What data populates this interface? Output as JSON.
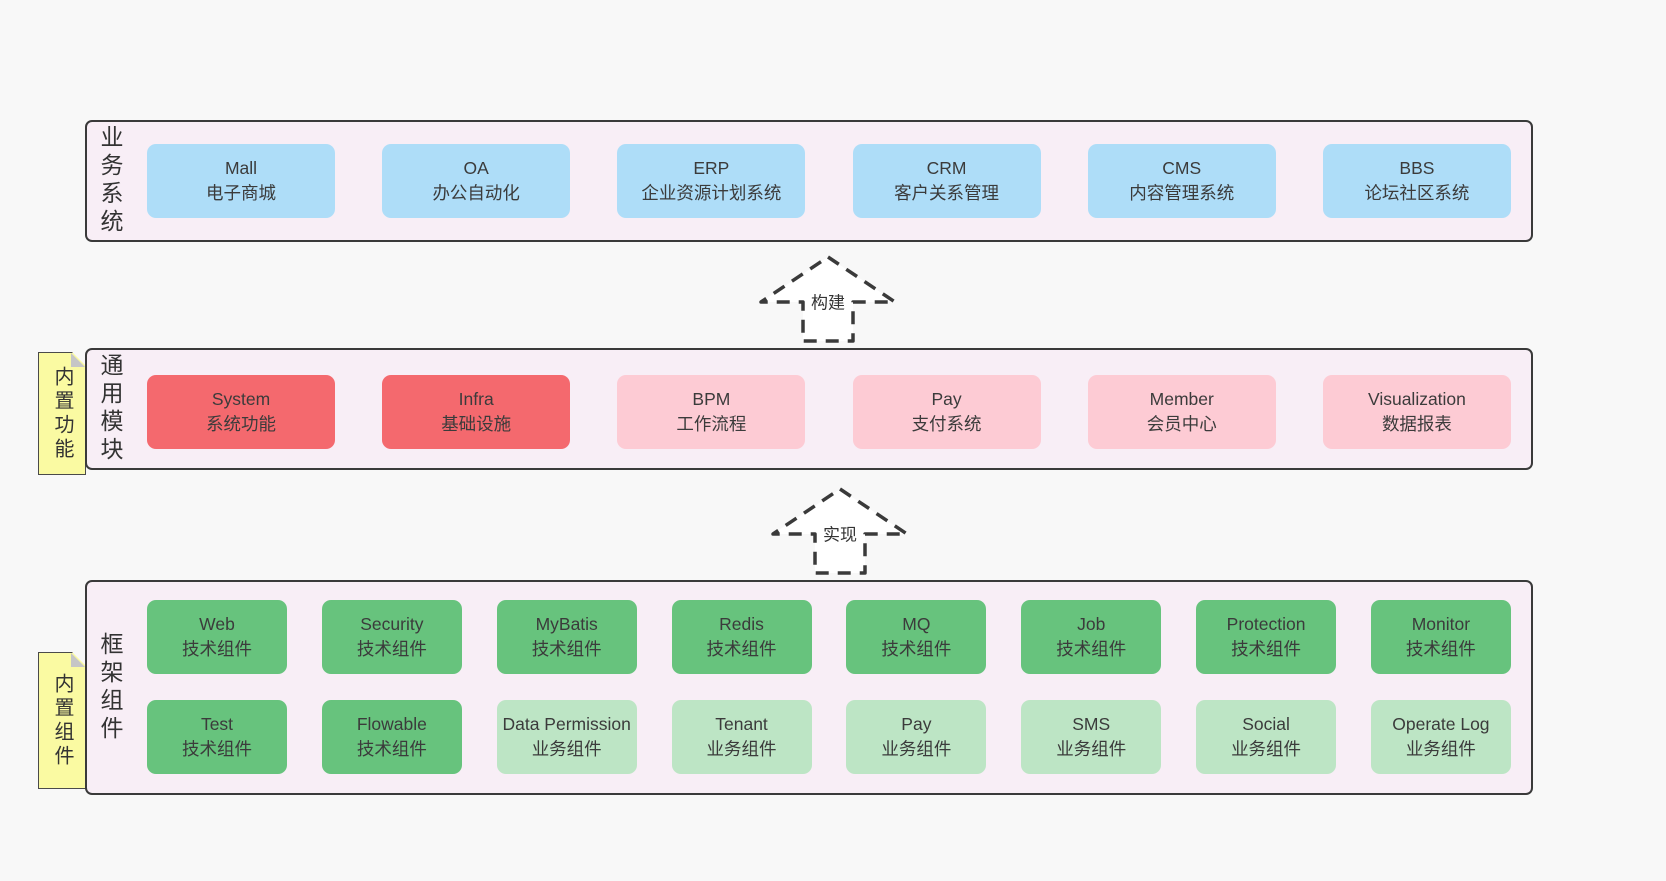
{
  "colors": {
    "page_bg": "#f8f8f8",
    "panel_bg": "#f8eef6",
    "panel_border": "#3a3a3a",
    "blue_box": "#aeddf8",
    "red_box": "#f4696e",
    "pink_box": "#fdcbd4",
    "green_box": "#67c37d",
    "light_green_box": "#bde5c5",
    "tab_yellow": "#fafaa2",
    "tab_fold_gray": "#c6c6c6",
    "text": "#3b3b3b"
  },
  "arrows": {
    "build": "构建",
    "implement": "实现"
  },
  "sections": {
    "business": {
      "label": "业务系统",
      "boxes": [
        {
          "en": "Mall",
          "zh": "电子商城",
          "variant": "blue"
        },
        {
          "en": "OA",
          "zh": "办公自动化",
          "variant": "blue"
        },
        {
          "en": "ERP",
          "zh": "企业资源计划系统",
          "variant": "blue"
        },
        {
          "en": "CRM",
          "zh": "客户关系管理",
          "variant": "blue"
        },
        {
          "en": "CMS",
          "zh": "内容管理系统",
          "variant": "blue"
        },
        {
          "en": "BBS",
          "zh": "论坛社区系统",
          "variant": "blue"
        }
      ]
    },
    "modules": {
      "label": "通用模块",
      "tab": "内置功能",
      "boxes": [
        {
          "en": "System",
          "zh": "系统功能",
          "variant": "red"
        },
        {
          "en": "Infra",
          "zh": "基础设施",
          "variant": "red"
        },
        {
          "en": "BPM",
          "zh": "工作流程",
          "variant": "pink"
        },
        {
          "en": "Pay",
          "zh": "支付系统",
          "variant": "pink"
        },
        {
          "en": "Member",
          "zh": "会员中心",
          "variant": "pink"
        },
        {
          "en": "Visualization",
          "zh": "数据报表",
          "variant": "pink"
        }
      ]
    },
    "components": {
      "label": "框架组件",
      "tab": "内置组件",
      "row1": [
        {
          "en": "Web",
          "zh": "技术组件",
          "variant": "green"
        },
        {
          "en": "Security",
          "zh": "技术组件",
          "variant": "green"
        },
        {
          "en": "MyBatis",
          "zh": "技术组件",
          "variant": "green"
        },
        {
          "en": "Redis",
          "zh": "技术组件",
          "variant": "green"
        },
        {
          "en": "MQ",
          "zh": "技术组件",
          "variant": "green"
        },
        {
          "en": "Job",
          "zh": "技术组件",
          "variant": "green"
        },
        {
          "en": "Protection",
          "zh": "技术组件",
          "variant": "green"
        },
        {
          "en": "Monitor",
          "zh": "技术组件",
          "variant": "green"
        }
      ],
      "row2": [
        {
          "en": "Test",
          "zh": "技术组件",
          "variant": "green"
        },
        {
          "en": "Flowable",
          "zh": "技术组件",
          "variant": "green"
        },
        {
          "en": "Data Permission",
          "zh": "业务组件",
          "variant": "lightgreen"
        },
        {
          "en": "Tenant",
          "zh": "业务组件",
          "variant": "lightgreen"
        },
        {
          "en": "Pay",
          "zh": "业务组件",
          "variant": "lightgreen"
        },
        {
          "en": "SMS",
          "zh": "业务组件",
          "variant": "lightgreen"
        },
        {
          "en": "Social",
          "zh": "业务组件",
          "variant": "lightgreen"
        },
        {
          "en": "Operate Log",
          "zh": "业务组件",
          "variant": "lightgreen"
        }
      ]
    }
  }
}
